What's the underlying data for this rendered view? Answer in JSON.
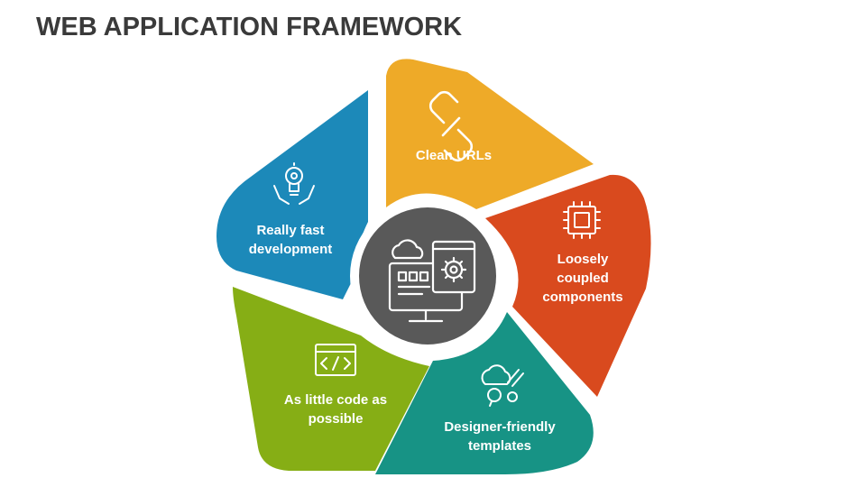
{
  "title": "WEB APPLICATION FRAMEWORK",
  "center": {
    "icon": "web-app-settings-icon",
    "color": "#595959"
  },
  "segments": [
    {
      "label_lines": [
        "Clean URLs"
      ],
      "icon": "link-icon",
      "color": "#EEAA28"
    },
    {
      "label_lines": [
        "Loosely",
        "coupled",
        "components"
      ],
      "icon": "chip-icon",
      "color": "#D94A1E"
    },
    {
      "label_lines": [
        "Designer-friendly",
        "templates"
      ],
      "icon": "design-ideas-icon",
      "color": "#179385"
    },
    {
      "label_lines": [
        "As little code as",
        "possible"
      ],
      "icon": "code-window-icon",
      "color": "#86AE15"
    },
    {
      "label_lines": [
        "Really fast",
        "development"
      ],
      "icon": "hands-lightbulb-icon",
      "color": "#1C89B9"
    }
  ]
}
